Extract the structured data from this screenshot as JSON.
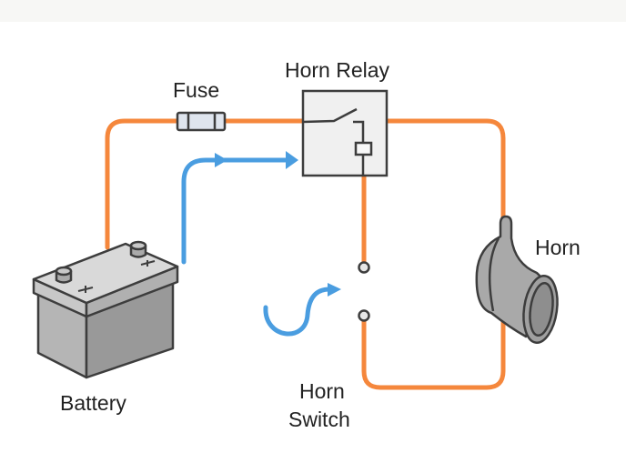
{
  "labels": {
    "fuse": "Fuse",
    "relay": "Horn Relay",
    "horn": "Horn",
    "battery": "Battery",
    "switch_line1": "Horn",
    "switch_line2": "Switch"
  },
  "colors": {
    "power_wire": "#f5873c",
    "signal_arrow": "#4a9de0",
    "component_fill": "#c9c9c9",
    "outline": "#3d3d3d",
    "background_band": "#f7f7f5"
  },
  "icons": [
    "battery-icon",
    "fuse-icon",
    "relay-icon",
    "horn-icon",
    "switch-icon",
    "arrow-icon"
  ]
}
